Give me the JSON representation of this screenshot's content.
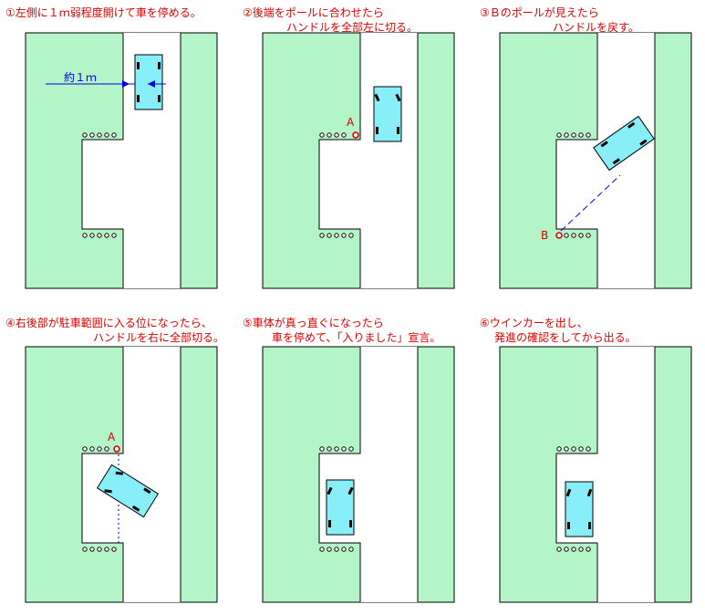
{
  "colors": {
    "grass": "#b4f5c8",
    "road": "#ffffff",
    "car": "#88eef8",
    "caption": "#dd0000",
    "pole": "#dd0000",
    "guide_blue": "#0000ee"
  },
  "steps": [
    {
      "line1": "①左側に１ｍ弱程度開けて車を停める。",
      "line2": "",
      "annotation": "約１ｍ"
    },
    {
      "line1": "②後端をポールに合わせたら",
      "line2": "ハンドルを全部左に切る。",
      "marker": "A"
    },
    {
      "line1": "③Ｂのポールが見えたら",
      "line2": "ハンドルを戻す。",
      "marker": "B"
    },
    {
      "line1": "④右後部が駐車範囲に入る位になったら、",
      "line2": "ハンドルを右に全部切る。",
      "marker": "A"
    },
    {
      "line1": "⑤車体が真っ直ぐになったら",
      "line2": "車を停めて、「入りました」宣言。"
    },
    {
      "line1": "⑥ウインカーを出し、",
      "line2": "発進の確認をしてから出る。"
    }
  ]
}
